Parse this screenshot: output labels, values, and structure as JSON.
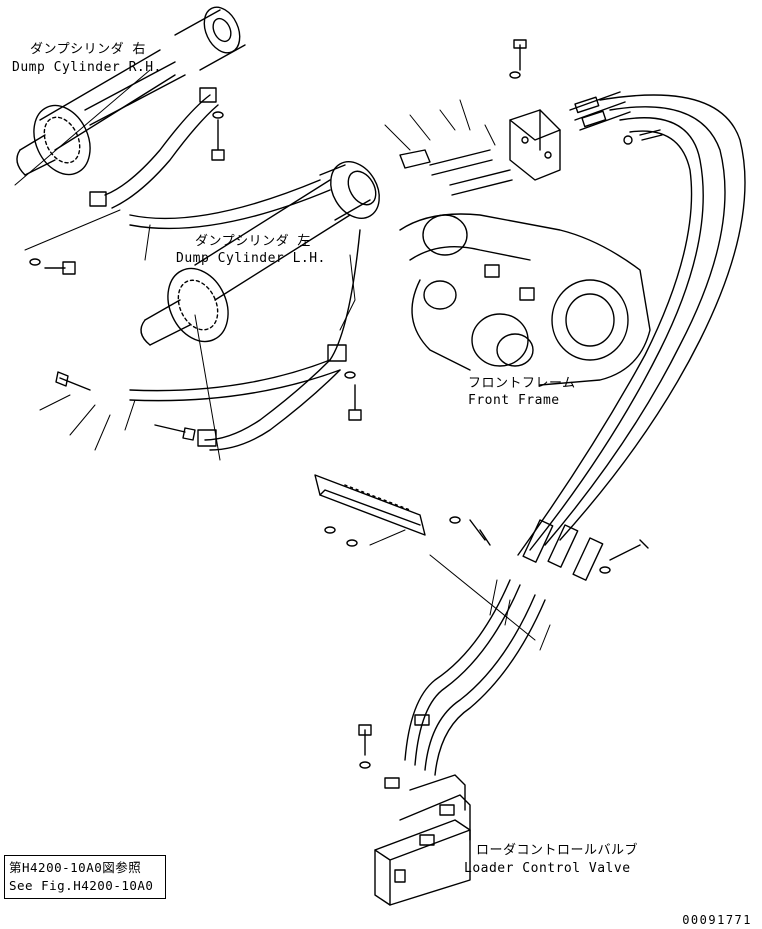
{
  "labels": {
    "dump_rh_jp": "ダンプシリンダ 右",
    "dump_rh_en": "Dump Cylinder R.H.",
    "dump_lh_jp": "ダンプシリンダ 左",
    "dump_lh_en": "Dump Cylinder L.H.",
    "front_frame_jp": "フロントフレーム",
    "front_frame_en": "Front Frame",
    "loader_valve_jp": "ローダコントロールバルブ",
    "loader_valve_en": "Loader Control Valve"
  },
  "reference": {
    "jp": "第H4200-10A0図参照",
    "en": "See Fig.H4200-10A0"
  },
  "drawing_code": "00091771"
}
